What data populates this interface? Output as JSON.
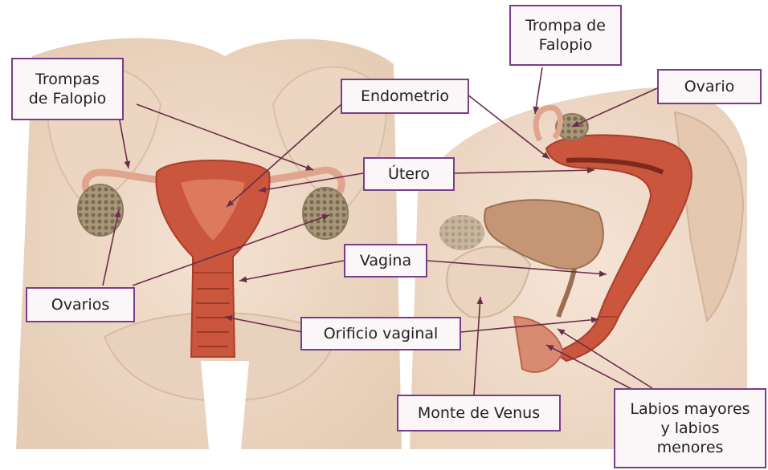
{
  "labels": {
    "trompas_de_falopio": "Trompas\nde Falopio",
    "endometrio": "Endometrio",
    "utero": "Útero",
    "vagina": "Vagina",
    "ovarios": "Ovarios",
    "orificio_vaginal": "Orificio vaginal",
    "trompa_de_falopio": "Trompa de\nFalopio",
    "ovario": "Ovario",
    "monte_de_venus": "Monte de Venus",
    "labios": "Labios mayores\ny labios\nmenores"
  },
  "colors": {
    "label_border": "#7a3e88",
    "label_fill": "#fbf6f8",
    "leader_line": "#6b2c4a",
    "tissue": "#c9563d",
    "skin": "#f1dcc8",
    "ovary": "#a08f6e"
  }
}
